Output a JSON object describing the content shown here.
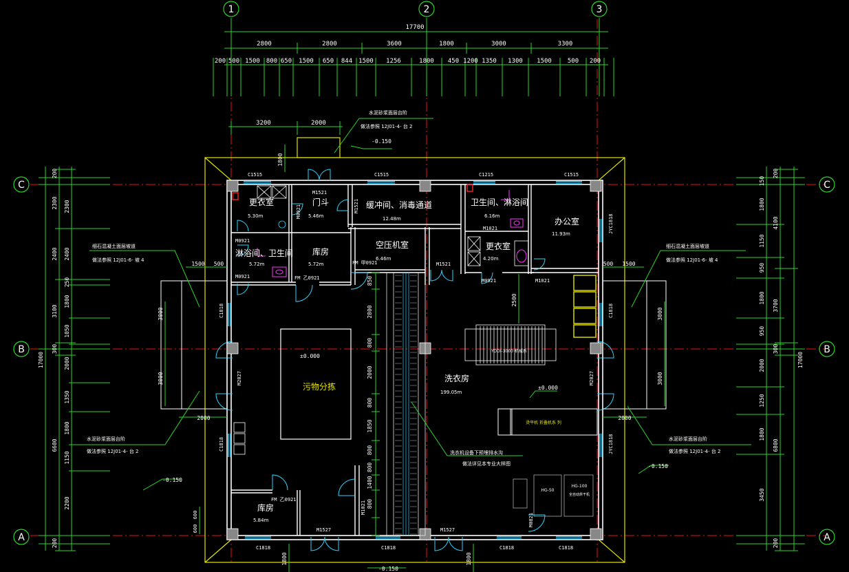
{
  "axes": {
    "vertical": [
      "1",
      "2",
      "3"
    ],
    "horizontal_left": [
      "C",
      "B",
      "A"
    ],
    "horizontal_right": [
      "C",
      "B",
      "A"
    ]
  },
  "top_dims": {
    "total": "17700",
    "row1": [
      "2800",
      "2800",
      "3600",
      "1800",
      "3000",
      "3300"
    ],
    "row2": [
      "200",
      "500",
      "1500",
      "800",
      "650",
      "1500",
      "650",
      "844",
      "1500",
      "1256",
      "1800",
      "450",
      "1200",
      "1350",
      "1300",
      "1500",
      "500",
      "200"
    ]
  },
  "entry_dims": [
    "3200",
    "2000"
  ],
  "entry_vertical": "1800",
  "left_dims": {
    "total": "17000",
    "outer": [
      "200",
      "2300",
      "2400",
      "3100",
      "300",
      "6600",
      "200"
    ],
    "inner": [
      "2300",
      "2400",
      "250",
      "1800",
      "1050",
      "2000",
      "1350",
      "1800",
      "1150",
      "2200"
    ]
  },
  "right_dims": {
    "total": "17000",
    "outer": [
      "200",
      "4100",
      "3700",
      "300",
      "6800",
      "200"
    ],
    "inner": [
      "150",
      "1800",
      "1150",
      "950",
      "1800",
      "950",
      "2000",
      "1250",
      "1800",
      "3450"
    ]
  },
  "side_dims": {
    "left_top": [
      "1500",
      "500"
    ],
    "left_height": "3000",
    "left_height2": "3000",
    "left_bottom": "2000",
    "right_top": [
      "500",
      "1500"
    ],
    "right_height": "3000",
    "right_height2": "3000",
    "right_bottom": "2000"
  },
  "interior_dims": {
    "corridor": [
      "850",
      "2800",
      "800",
      "2000",
      "800",
      "1850",
      "800",
      "800",
      "1400",
      "800"
    ],
    "stair_height": "2500",
    "left_bottom_vert": [
      "600",
      "600"
    ],
    "bottom_vert": [
      "1800",
      "1800"
    ]
  },
  "notes": {
    "top_note_1": "水泥砂浆面层台阶",
    "top_note_2": "做法参照  12J01-4- 台 2",
    "left_note_1": "细石混凝土面层坡道",
    "left_note_2": "做法参照  12J01-6- 坡 4",
    "left_note_3": "水泥砂浆面层台阶",
    "left_note_4": "做法参照  12J01-4- 台 2",
    "right_note_1": "细石混凝土面层坡道",
    "right_note_2": "做法参照  12J01-6- 坡 4",
    "right_note_3": "水泥砂浆面层台阶",
    "right_note_4": "做法参照  12J01-4- 台 2",
    "center_note_1": "洗衣机设备下预埋排水沟",
    "center_note_2": "做法详见本专业大样图"
  },
  "levels": {
    "top": "-0.150",
    "center": "±0.000",
    "laundry": "±0.000",
    "left": "-0.150",
    "right": "-0.150",
    "bottom": "-0.150"
  },
  "rooms": {
    "changing1": {
      "name": "更衣室",
      "area": "5.30m"
    },
    "vestibule": {
      "name": "门斗",
      "area": "5.46m"
    },
    "buffer": {
      "name": "缓冲间、消毒通道",
      "area": "12.48m"
    },
    "toilet_right": {
      "name": "卫生间、淋浴间",
      "area": "6.16m"
    },
    "office": {
      "name": "办公室",
      "area": "11.93m"
    },
    "bath_left": {
      "name": "淋浴间、卫生间",
      "area": "5.72m"
    },
    "storage1": {
      "name": "库房",
      "area": "5.72m"
    },
    "compressor": {
      "name": "空压机室",
      "area": "6.46m"
    },
    "changing2": {
      "name": "更衣室",
      "area": "4.20m"
    },
    "sorting": {
      "name": "污物分拣"
    },
    "laundry": {
      "name": "洗衣房",
      "area": "199.05m"
    },
    "storage2": {
      "name": "库房",
      "area": "5.84m"
    }
  },
  "tags": {
    "C1515_a": "C1515",
    "C1515_b": "C1515",
    "C1215": "C1215",
    "C1515_c": "C1515",
    "M1521_a": "M1521",
    "M0921_a": "M0921",
    "M1521_b": "M1521",
    "M0921_b": "M0921",
    "M0921_c": "M0921",
    "FM_yi": "FM 乙0921",
    "FM_jia": "FM 甲0921",
    "M1521_c": "M1521",
    "M0921_d": "M0921",
    "M1021_a": "M1021",
    "M1021_b": "M1021",
    "JYC1818_a": "JYC1818",
    "C1818_l1": "C1818",
    "M2027_l": "M2027",
    "C1818_l2": "C1818",
    "M2027_r": "M2027",
    "JYC1818_b": "JYC1818",
    "FM_yi2": "FM 乙0921",
    "M1021_c": "M1021",
    "M1527_a": "M1527",
    "M1527_b": "M1527",
    "C1818_b1": "C1818",
    "C1818_b2": "C1818",
    "C1818_b3": "C1818",
    "C1818_b4": "C1818",
    "M0821": "M0821",
    "washer": "YODI-3000 机械系",
    "dryer": "烫平机 折叠机系  列",
    "eq1": "HG-50",
    "eq2": "HG-100",
    "eq3": "全自动烘干机"
  }
}
